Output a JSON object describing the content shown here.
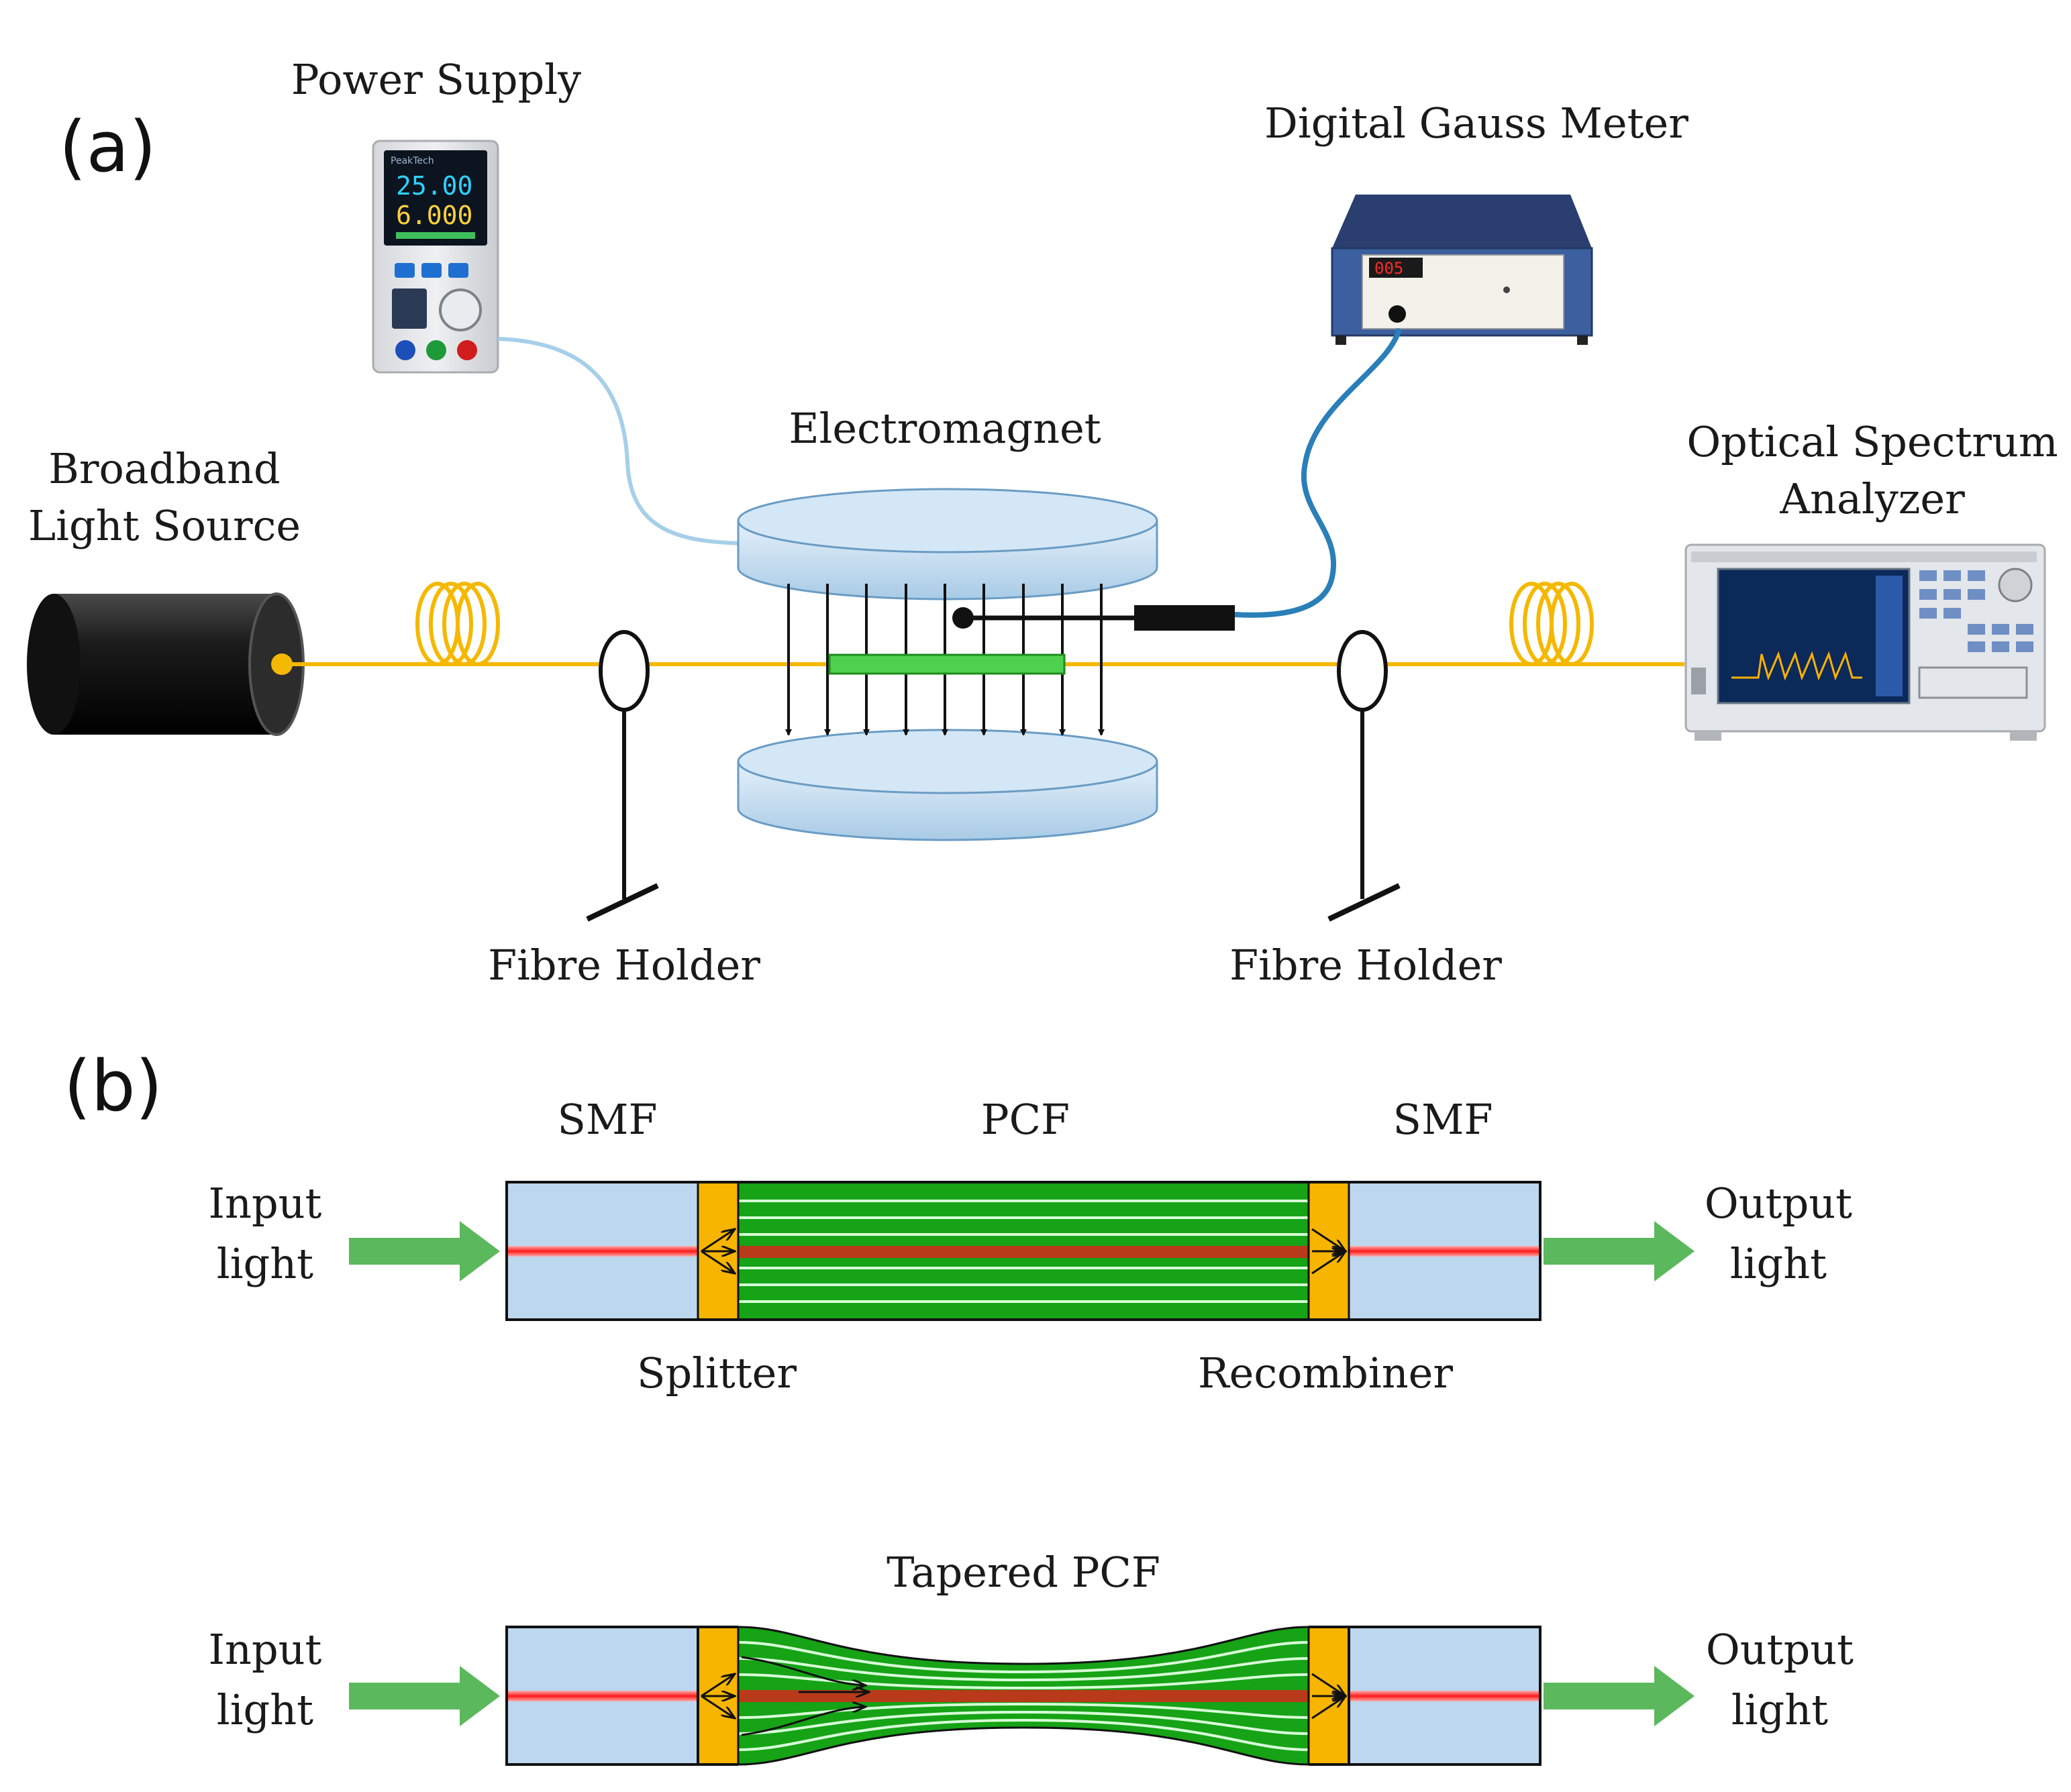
{
  "panel_a": {
    "label": "(a)",
    "power_supply": {
      "label": "Power Supply",
      "display_top": "25.00",
      "display_bottom": "6.000"
    },
    "gauss_meter": {
      "label": "Digital Gauss Meter",
      "readout": "005"
    },
    "electromagnet": {
      "label": "Electromagnet"
    },
    "light_source": {
      "label_line1": "Broadband",
      "label_line2": "Light Source"
    },
    "osa": {
      "label_line1": "Optical Spectrum",
      "label_line2": "Analyzer"
    },
    "fibre_holder_left": {
      "label": "Fibre Holder"
    },
    "fibre_holder_right": {
      "label": "Fibre Holder"
    }
  },
  "panel_b": {
    "label": "(b)",
    "top": {
      "smf_left": "SMF",
      "pcf": "PCF",
      "smf_right": "SMF",
      "input_line1": "Input",
      "input_line2": "light",
      "output_line1": "Output",
      "output_line2": "light",
      "splitter": "Splitter",
      "recombiner": "Recombiner"
    },
    "bottom": {
      "tapered": "Tapered PCF",
      "input_line1": "Input",
      "input_line2": "light",
      "output_line1": "Output",
      "output_line2": "light"
    }
  },
  "colors": {
    "fibre": "#f5b800",
    "magnet": "#c4def1",
    "pcf_green": "#16a316",
    "core_red": "#ff1a1a",
    "arrow_green": "#5cb85c",
    "cable_blue": "#2a7fb8"
  }
}
